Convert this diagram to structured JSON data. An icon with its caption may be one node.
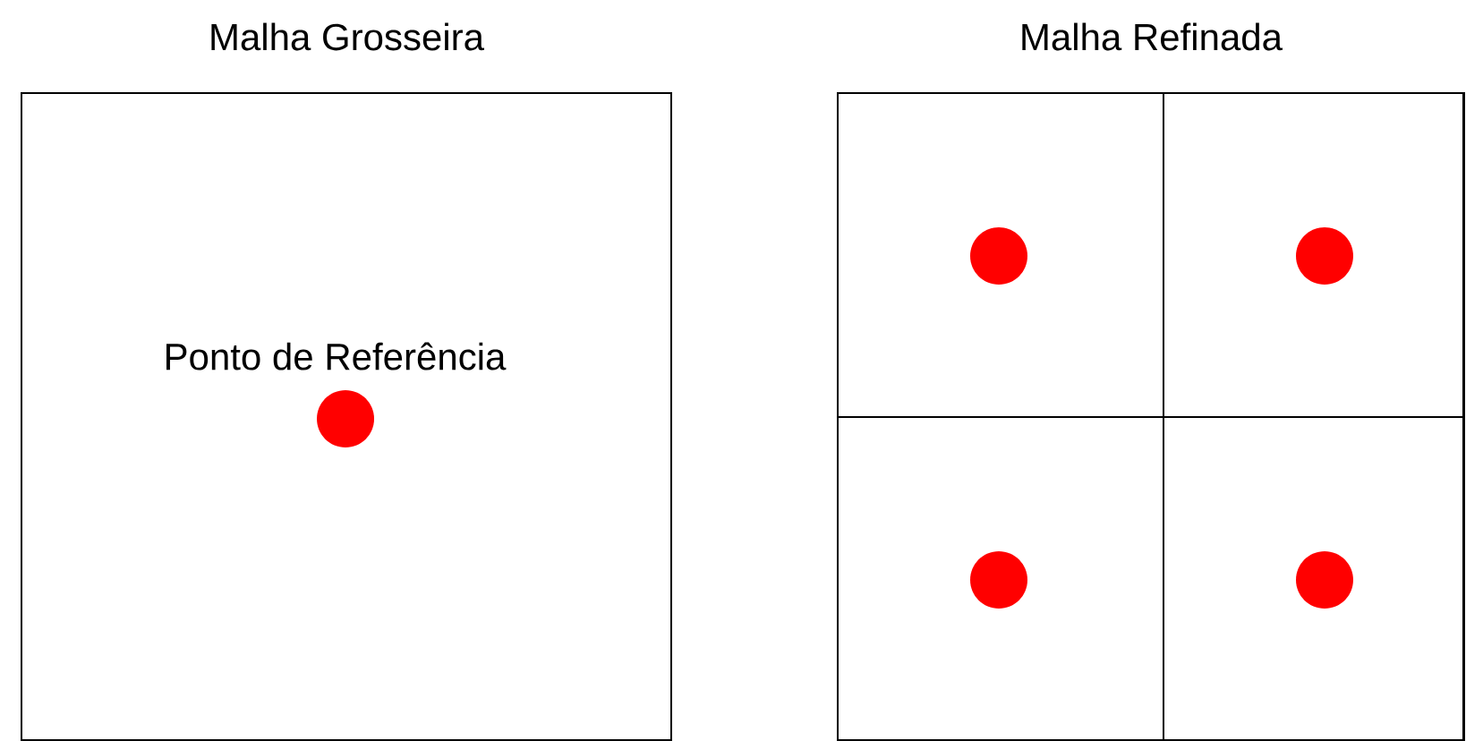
{
  "diagram": {
    "nodes": [
      {
        "text": [
          "Malha Grosseira"
        ]
      },
      {
        "text": [],
        "shape": "circle",
        "in": 0,
        "beside": [
          "Ponto de Referência"
        ]
      },
      {
        "text": [
          "Malha Refinada"
        ]
      },
      {
        "text": [],
        "shape": "box",
        "in": 2
      },
      {
        "text": [],
        "shape": "box",
        "in": 2
      },
      {
        "text": [],
        "shape": "box",
        "in": 2
      },
      {
        "text": [],
        "shape": "box",
        "in": 2
      },
      {
        "text": [],
        "shape": "circle",
        "in": 3
      },
      {
        "text": [],
        "shape": "circle",
        "in": 4
      },
      {
        "text": [],
        "shape": "circle",
        "in": 5
      },
      {
        "text": [],
        "shape": "circle",
        "in": 6
      }
    ]
  }
}
